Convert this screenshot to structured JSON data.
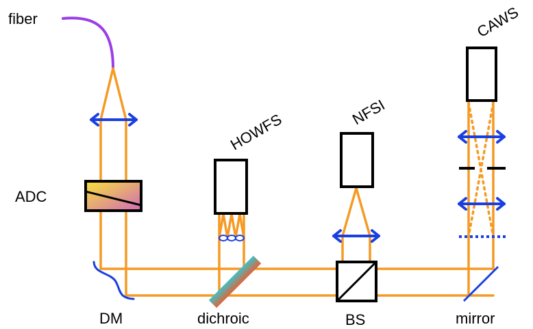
{
  "labels": {
    "fiber": "fiber",
    "adc": "ADC",
    "dm": "DM",
    "dichroic": "dichroic",
    "bs": "BS",
    "mirror": "mirror",
    "howfs": "HOWFS",
    "nfsi": "NFSI",
    "caws": "CAWS"
  },
  "colors": {
    "beam": "#f59a23",
    "lens": "#1a3fe0",
    "fiber": "#9a3ee8",
    "box_stroke": "#000000",
    "adc_gradient": [
      "#f7e23a",
      "#d16ab8"
    ],
    "dichroic_gradient": [
      "#3fc0c8",
      "#e0643a"
    ]
  }
}
